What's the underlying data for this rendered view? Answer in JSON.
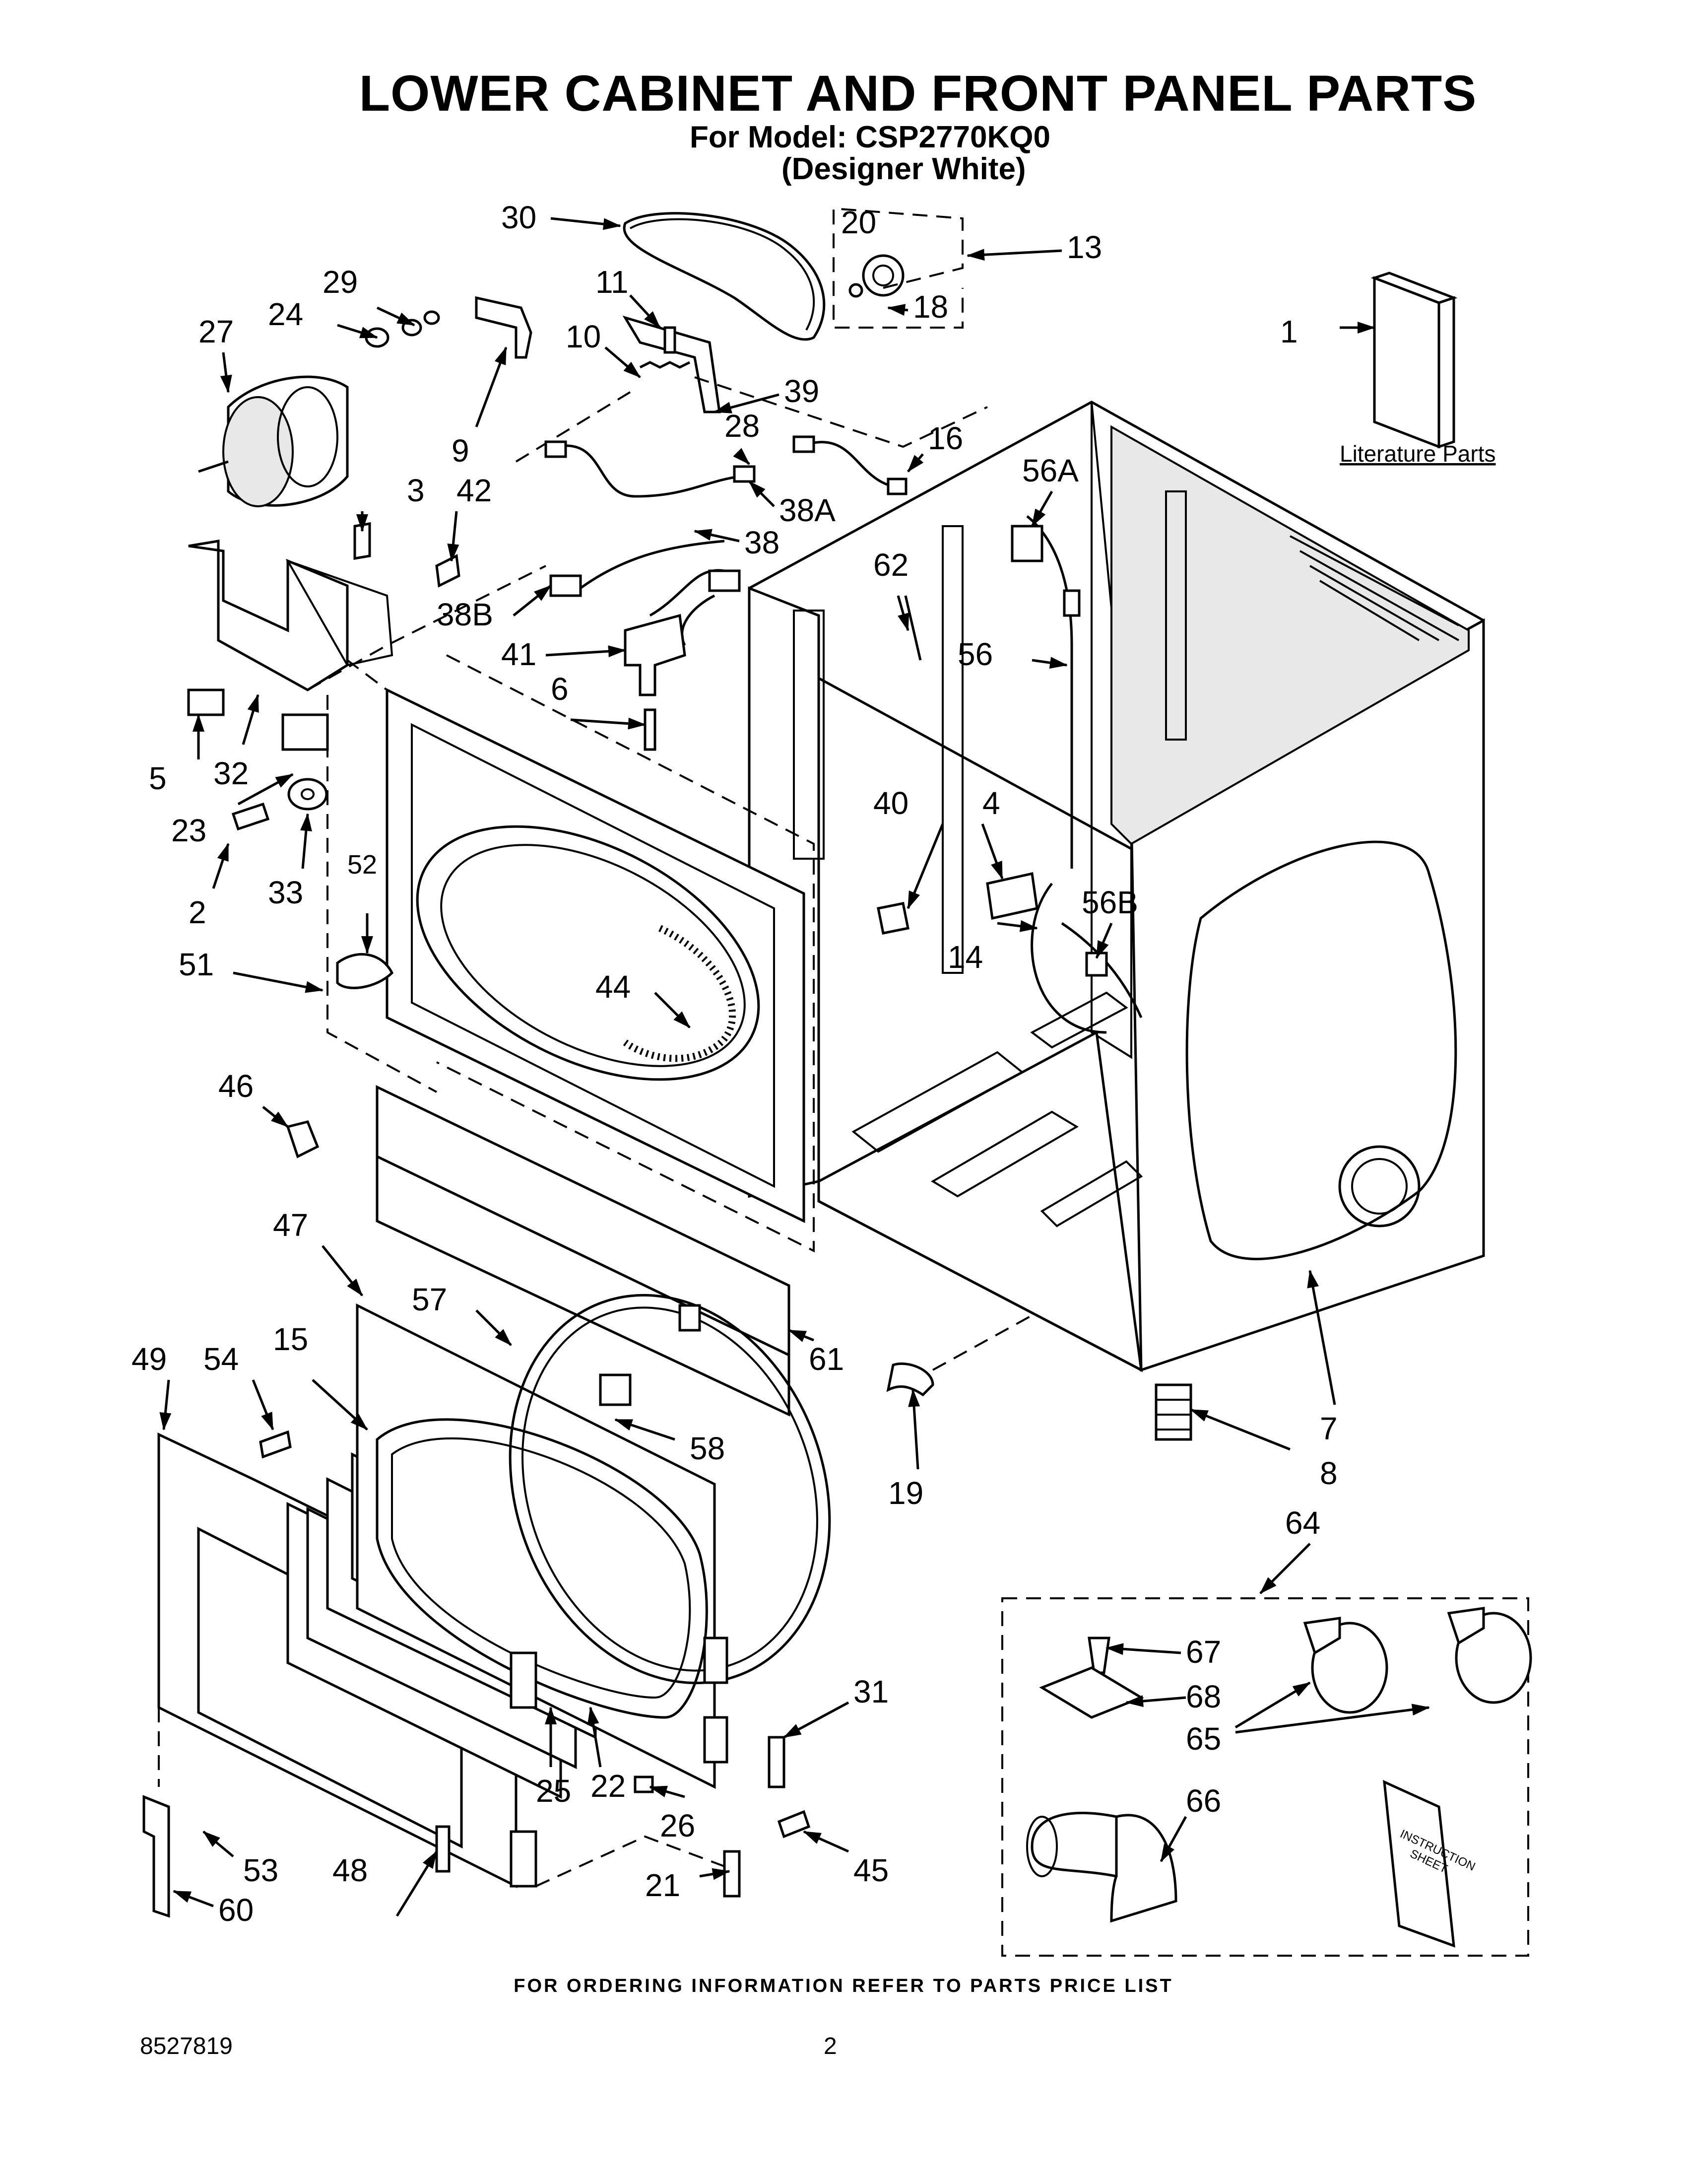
{
  "header": {
    "title": "LOWER CABINET AND FRONT PANEL PARTS",
    "model_line": "For Model: CSP2770KQ0",
    "color_line": "(Designer White)"
  },
  "literature": {
    "label": "Literature Parts"
  },
  "instruction_sheet": {
    "line1": "INSTRUCTION",
    "line2": "SHEET"
  },
  "callouts": {
    "c1": "1",
    "c2": "2",
    "c3": "3",
    "c4": "4",
    "c5": "5",
    "c6": "6",
    "c7": "7",
    "c8": "8",
    "c9": "9",
    "c10": "10",
    "c11": "11",
    "c13": "13",
    "c14": "14",
    "c15": "15",
    "c16": "16",
    "c18": "18",
    "c19": "19",
    "c20": "20",
    "c21": "21",
    "c22": "22",
    "c23": "23",
    "c24": "24",
    "c25": "25",
    "c26": "26",
    "c27": "27",
    "c28": "28",
    "c29": "29",
    "c30": "30",
    "c31": "31",
    "c32": "32",
    "c33": "33",
    "c38": "38",
    "c38A": "38A",
    "c38B": "38B",
    "c39": "39",
    "c40": "40",
    "c41": "41",
    "c42": "42",
    "c44": "44",
    "c45": "45",
    "c46": "46",
    "c47": "47",
    "c48": "48",
    "c49": "49",
    "c51": "51",
    "c52": "52",
    "c53": "53",
    "c54": "54",
    "c56": "56",
    "c56A": "56A",
    "c56B": "56B",
    "c57": "57",
    "c58": "58",
    "c60": "60",
    "c61": "61",
    "c62": "62",
    "c64": "64",
    "c65": "65",
    "c66": "66",
    "c67": "67",
    "c68": "68"
  },
  "footer": {
    "ordering_note": "FOR ORDERING INFORMATION REFER TO PARTS PRICE LIST",
    "doc_number": "8527819",
    "page_number": "2"
  }
}
